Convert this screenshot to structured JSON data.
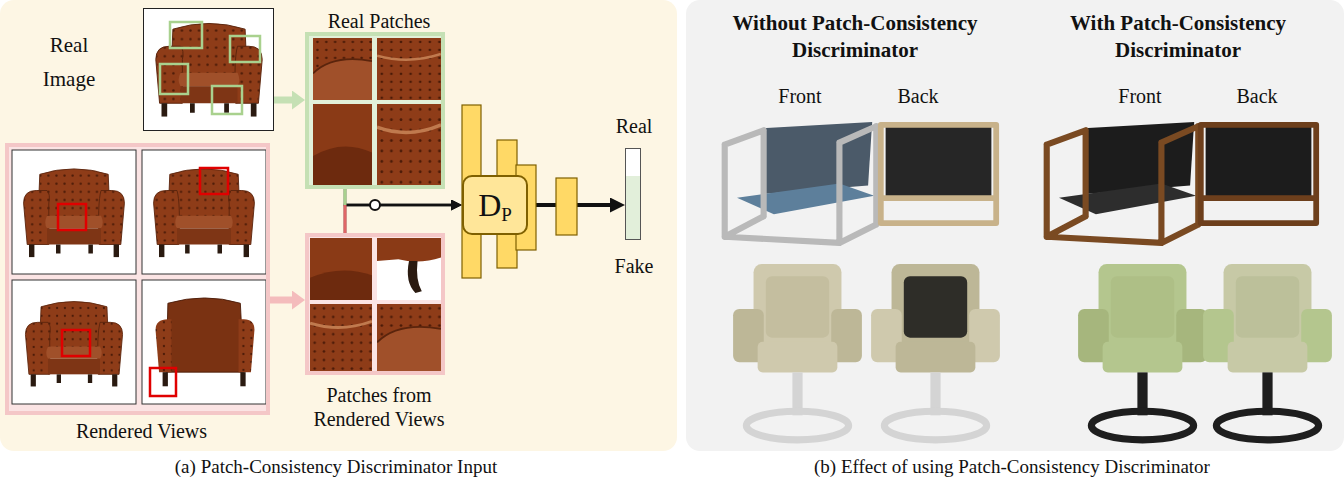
{
  "diagram": {
    "nodes": [
      {
        "text": [
          "Real Image"
        ]
      },
      {
        "text": [
          "Real Patches"
        ]
      },
      {
        "text": [
          "Rendered Views"
        ]
      },
      {
        "text": [
          "Patches from Rendered Views"
        ]
      },
      {
        "text": [
          "D",
          "P"
        ]
      },
      {
        "text": [
          "Real",
          "Fake"
        ]
      }
    ],
    "edges": [
      {
        "from": 0,
        "to": 1,
        "arrow": "to"
      },
      {
        "from": 2,
        "to": 3,
        "arrow": "to"
      },
      {
        "from": 1,
        "to": 4,
        "arrow": "to"
      },
      {
        "from": 3,
        "to": 4,
        "arrow": "to"
      },
      {
        "from": 4,
        "to": 5,
        "arrow": "to"
      }
    ],
    "labels": [
      "(a) Patch-Consistency Discriminator Input",
      "Without Patch-Consistency Discriminator",
      "Front",
      "Back",
      "With Patch-Consistency Discriminator",
      "Front",
      "Back",
      "(b) Effect of using Patch-Consistency Discriminator"
    ]
  }
}
